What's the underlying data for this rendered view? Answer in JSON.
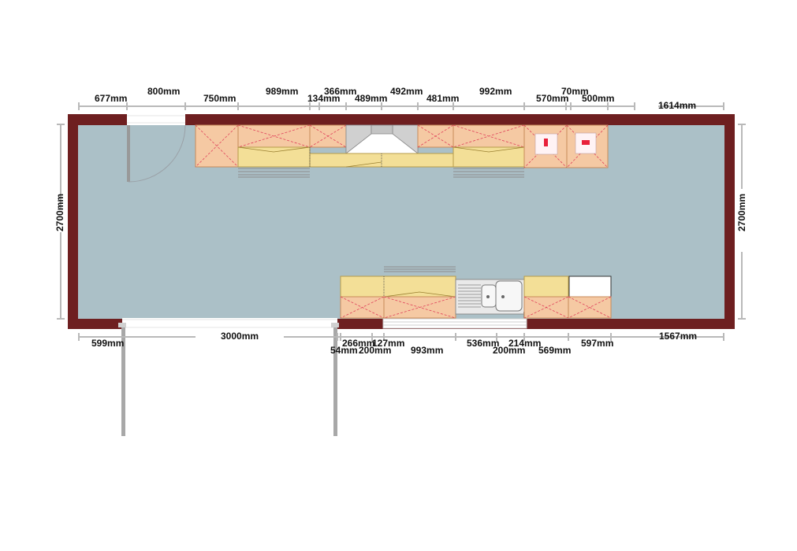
{
  "colors": {
    "wall": "#6e1f20",
    "floor": "#abc0c7",
    "cabinet_lower": "#f5c9a3",
    "cabinet_upper": "#f3df97",
    "dimension_line": "#b9b9b9",
    "appliance_mark": "#e8203a"
  },
  "dimensions": {
    "top": [
      "677mm",
      "800mm",
      "750mm",
      "989mm",
      "134mm",
      "366mm",
      "489mm",
      "492mm",
      "481mm",
      "992mm",
      "570mm",
      "70mm",
      "500mm",
      "1614mm"
    ],
    "left_side": "2700mm",
    "right_side": "2700mm",
    "bottom": [
      "599mm",
      "3000mm",
      "54mm",
      "266mm",
      "200mm",
      "127mm",
      "993mm",
      "536mm",
      "200mm",
      "214mm",
      "569mm",
      "597mm",
      "1567mm"
    ]
  },
  "icons": [
    "door-swing-icon",
    "range-hood-icon",
    "oven-icon",
    "sink-icon",
    "opening-icon"
  ]
}
